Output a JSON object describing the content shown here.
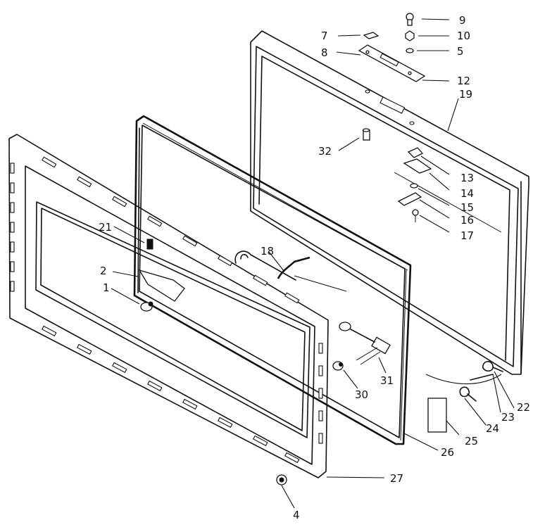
{
  "labels": {
    "l1": "1",
    "l2": "2",
    "l4": "4",
    "l5": "5",
    "l7": "7",
    "l8": "8",
    "l9": "9",
    "l10": "10",
    "l12": "12",
    "l13": "13",
    "l14": "14",
    "l15": "15",
    "l16": "16",
    "l17": "17",
    "l18": "18",
    "l19": "19",
    "l21": "21",
    "l22": "22",
    "l23": "23",
    "l24": "24",
    "l25": "25",
    "l26": "26",
    "l27": "27",
    "l30": "30",
    "l31": "31",
    "l32": "32"
  }
}
